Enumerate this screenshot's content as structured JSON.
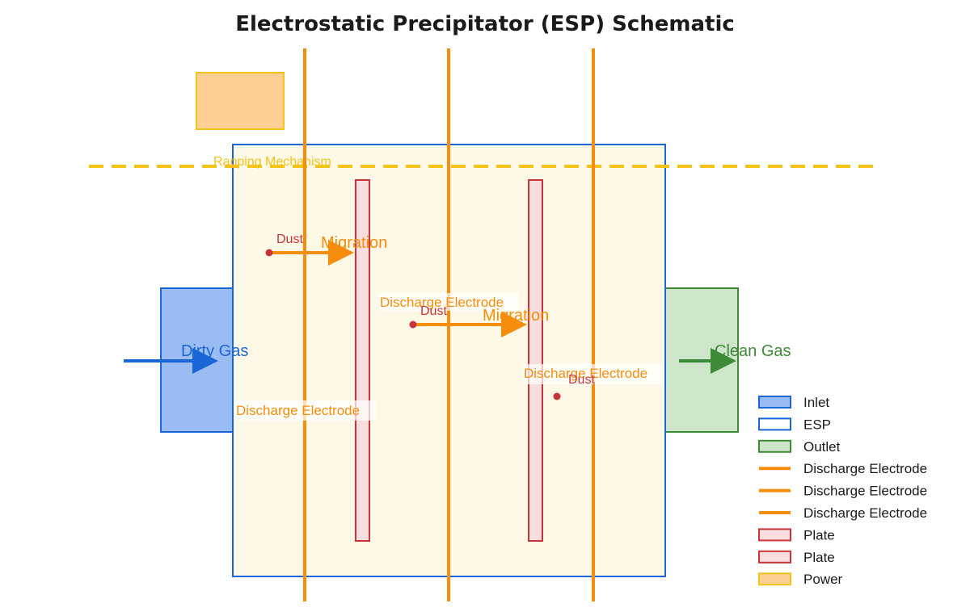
{
  "title": "Electrostatic Precipitator (ESP) Schematic",
  "labels": {
    "rapping": "Rapping Mechanism",
    "dirty_gas": "Dirty Gas",
    "clean_gas": "Clean Gas",
    "dust": "Dust",
    "migration": "Migration",
    "discharge_electrode": "Discharge Electrode"
  },
  "legend": [
    {
      "label": "Inlet",
      "kind": "box",
      "fill": "#9bbcf2",
      "stroke": "#1a66d9"
    },
    {
      "label": "ESP",
      "kind": "box",
      "fill": "#ffffff",
      "stroke": "#1a66d9"
    },
    {
      "label": "Outlet",
      "kind": "box",
      "fill": "#cde5c8",
      "stroke": "#3f8a36"
    },
    {
      "label": "Discharge Electrode",
      "kind": "line",
      "fill": "#f68d0c",
      "stroke": "#f68d0c"
    },
    {
      "label": "Discharge Electrode",
      "kind": "line",
      "fill": "#f68d0c",
      "stroke": "#f68d0c"
    },
    {
      "label": "Discharge Electrode",
      "kind": "line",
      "fill": "#f68d0c",
      "stroke": "#f68d0c"
    },
    {
      "label": "Plate",
      "kind": "box",
      "fill": "#f8dede",
      "stroke": "#c9343a"
    },
    {
      "label": "Plate",
      "kind": "box",
      "fill": "#f8dede",
      "stroke": "#c9343a"
    },
    {
      "label": "Power",
      "kind": "box",
      "fill": "#fdcf92",
      "stroke": "#f2c41a"
    }
  ],
  "colors": {
    "inlet_fill": "#9bbcf2",
    "inlet_stroke": "#1a66d9",
    "esp_fill": "#fef8e7",
    "esp_stroke": "#1a66d9",
    "outlet_fill": "#cde5c8",
    "outlet_stroke": "#3f8a36",
    "electrode": "#f68d0c",
    "plate_fill": "#f8dede",
    "plate_stroke": "#c9343a",
    "power_fill": "#fdcf92",
    "power_stroke": "#f2c41a",
    "dust": "#c9343a",
    "dirty_text": "#1a66d9",
    "clean_text": "#3f8a36",
    "rapping": "#f2c41a"
  }
}
